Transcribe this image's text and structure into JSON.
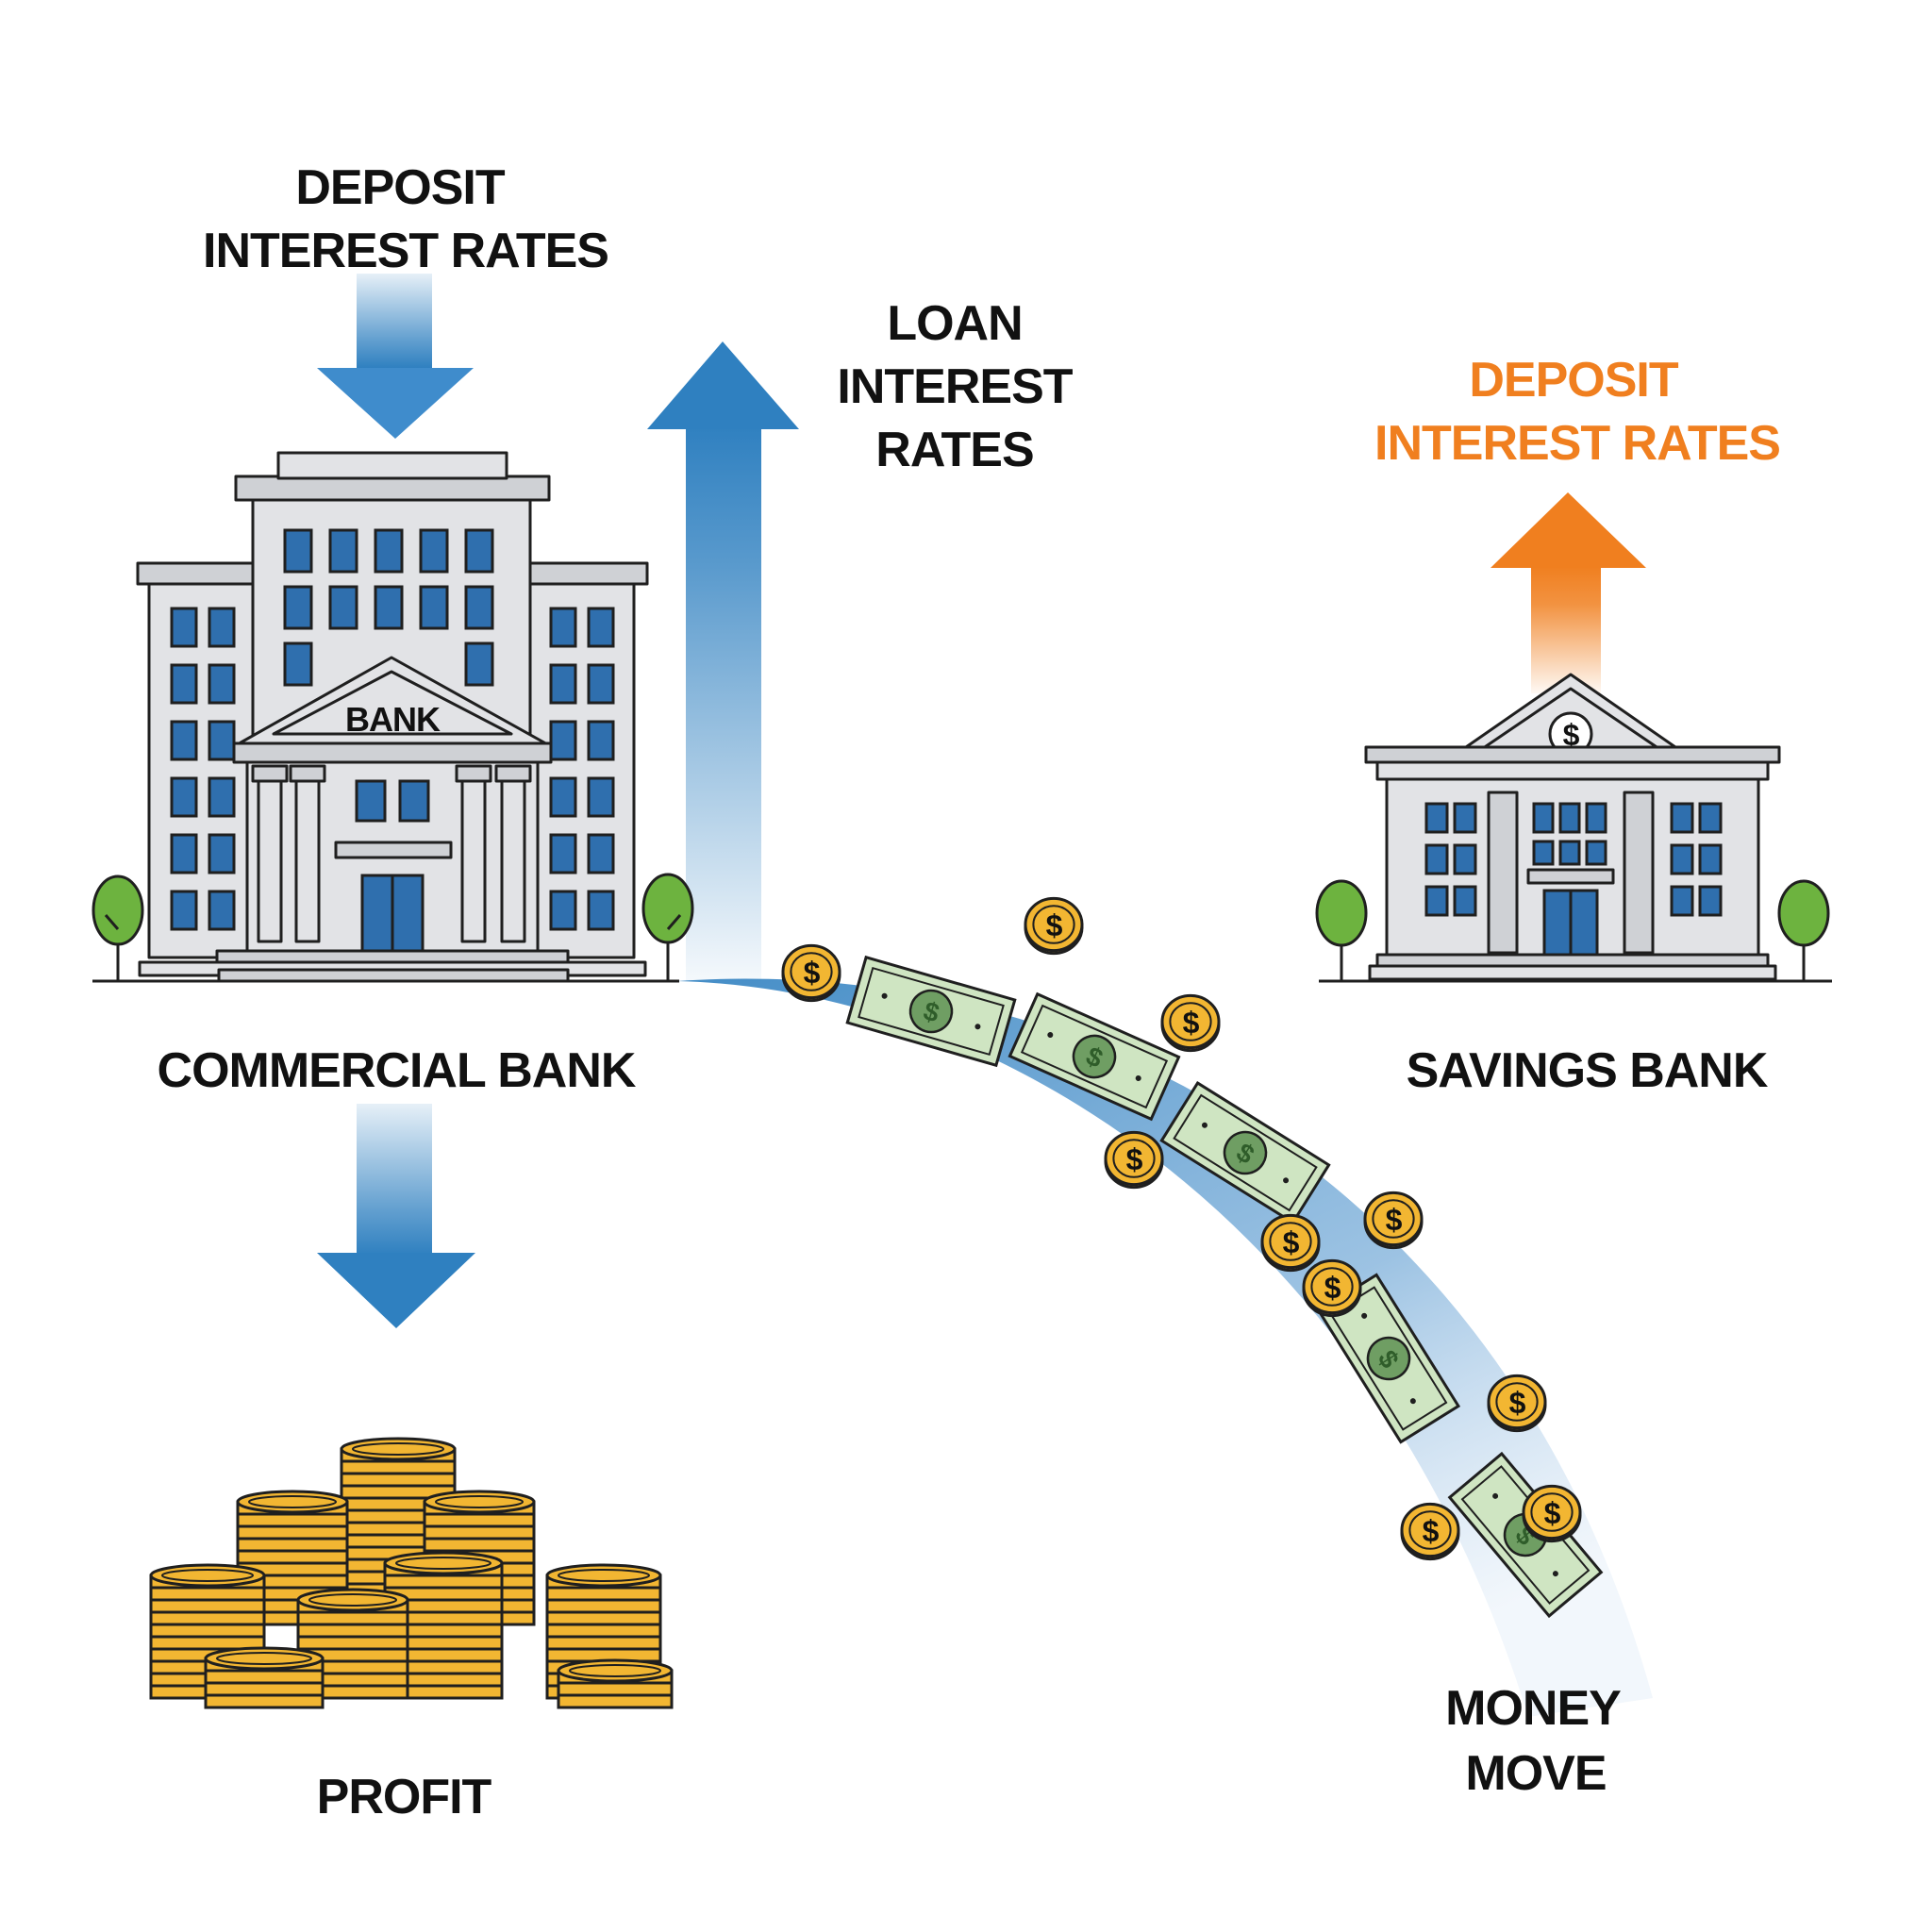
{
  "commercial": {
    "deposit_line1": "DEPOSIT",
    "deposit_line2": "INTEREST RATES",
    "loan_line1": "LOAN",
    "loan_line2": "INTEREST",
    "loan_line3": "RATES",
    "sign": "BANK",
    "caption": "COMMERCIAL BANK"
  },
  "savings": {
    "deposit_line1": "DEPOSIT",
    "deposit_line2": "INTEREST RATES",
    "caption": "SAVINGS BANK"
  },
  "profit": {
    "caption": "PROFIT"
  },
  "flow": {
    "line1": "MONEY",
    "line2": "MOVE"
  },
  "colors": {
    "arrow_blue": "#2f80c0",
    "arrow_orange": "#f07f1f",
    "window_blue": "#2f6fae",
    "coin_gold": "#f2b632",
    "bill_green": "#cfe5c2",
    "tree_green": "#6db33f"
  }
}
